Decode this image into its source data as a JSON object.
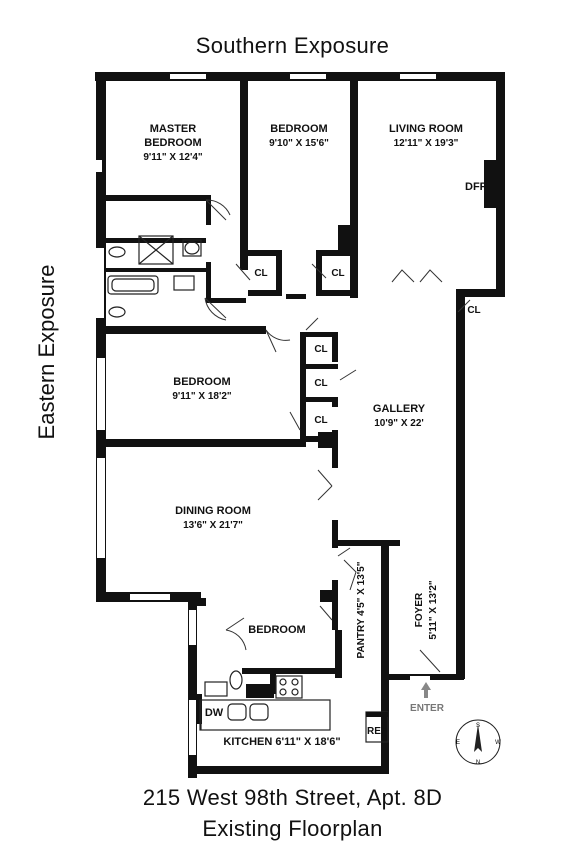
{
  "exposure": {
    "top": "Southern Exposure",
    "left": "Eastern Exposure"
  },
  "rooms": {
    "master_bedroom": {
      "line1": "MASTER",
      "line2": "BEDROOM",
      "dims": "9'11\" X 12'4\""
    },
    "bedroom_top": {
      "name": "BEDROOM",
      "dims": "9'10\" X 15'6\""
    },
    "living_room": {
      "name": "LIVING ROOM",
      "dims": "12'11\" X 19'3\""
    },
    "fireplace": "DFP",
    "bedroom_mid": {
      "name": "BEDROOM",
      "dims": "9'11\" X 18'2\""
    },
    "gallery": {
      "name": "GALLERY",
      "dims": "10'9\" X 22'"
    },
    "dining_room": {
      "name": "DINING ROOM",
      "dims": "13'6\" X 21'7\""
    },
    "bedroom_small": {
      "name": "BEDROOM"
    },
    "pantry": "PANTRY 4'5\" X 13'5\"",
    "foyer": {
      "name": "FOYER",
      "dims": "5'11\" X 13'2\""
    },
    "kitchen": "KITCHEN 6'11\" X 18'6\""
  },
  "closet_label": "CL",
  "appliances": {
    "dishwasher": "DW",
    "refrigerator": "REF"
  },
  "entry_label": "ENTER",
  "compass": {
    "n": "N",
    "s": "S",
    "e": "E",
    "w": "W"
  },
  "address": "215 West 98th Street, Apt. 8D",
  "subtitle": "Existing Floorplan"
}
